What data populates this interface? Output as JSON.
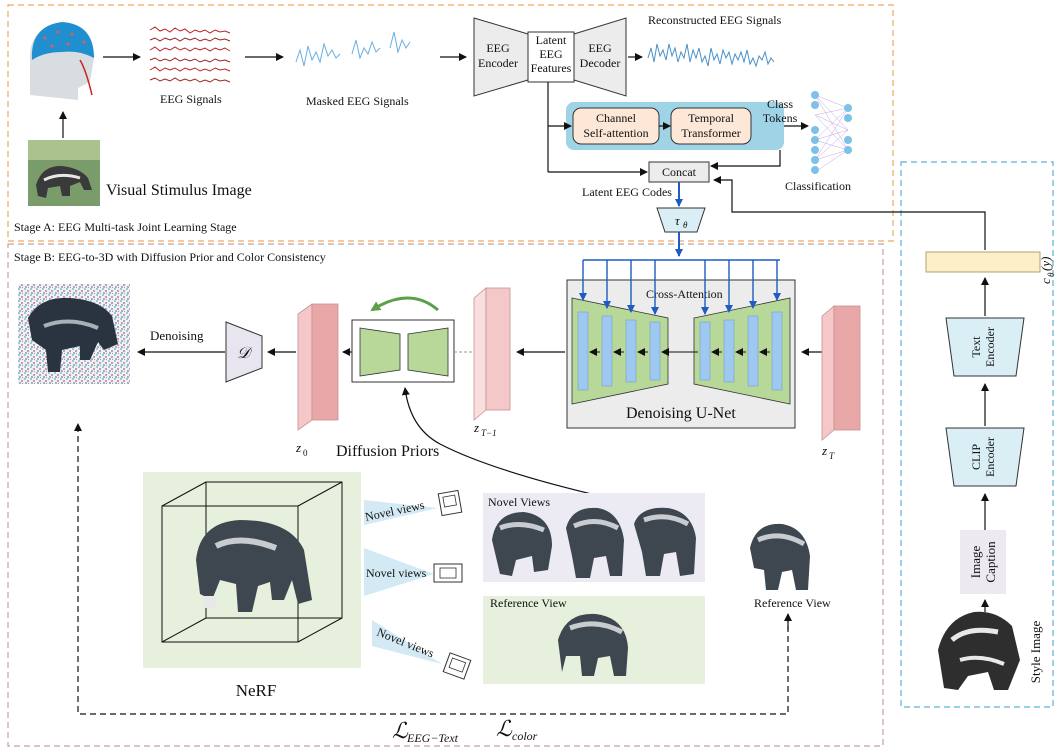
{
  "stage_a": {
    "label": "Stage A: EEG Multi-task Joint Learning Stage",
    "eeg_signals": "EEG Signals",
    "masked_eeg_signals": "Masked EEG Signals",
    "visual_stimulus_image": "Visual Stimulus Image",
    "eeg_encoder": [
      "EEG",
      "Encoder"
    ],
    "latent_features": [
      "Latent",
      "EEG",
      "Features"
    ],
    "eeg_decoder": [
      "EEG",
      "Decoder"
    ],
    "reconstructed_eeg_signals": "Reconstructed EEG Signals",
    "channel_attention": [
      "Channel",
      "Self-attention"
    ],
    "temporal_transformer": [
      "Temporal",
      "Transformer"
    ],
    "class_tokens": [
      "Class",
      "Tokens"
    ],
    "classification": "Classification",
    "concat": "Concat",
    "latent_eeg_codes": "Latent EEG Codes",
    "tau_theta": "τ",
    "tau_sub": "θ"
  },
  "stage_b": {
    "label": "Stage B: EEG-to-3D with Diffusion Prior and Color Consistency",
    "denoising": "Denoising",
    "decoder_symbol": "𝒟",
    "cross_attention": "Cross-Attention",
    "denoising_unet": "Denoising U-Net",
    "diffusion_priors": "Diffusion  Priors",
    "z0": "z",
    "z0_sub": "0",
    "zt1": "z",
    "zt1_sub": "T−1",
    "zt": "z",
    "zt_sub": "T",
    "nerf": "NeRF",
    "novel_views_title": "Novel  Views",
    "novel_views_cam": "Novel views",
    "reference_view": "Reference View",
    "loss_eeg_text_main": "ℒ",
    "loss_eeg_text_sub": "EEG−Text",
    "loss_color_main": "ℒ",
    "loss_color_sub": "color"
  },
  "right_panel": {
    "c_theta": "c",
    "c_theta_sub": "θ",
    "c_theta_arg": "(y)",
    "text_encoder": [
      "Text",
      "Encoder"
    ],
    "clip_encoder": [
      "CLIP",
      "Encoder"
    ],
    "image_caption": [
      "Image",
      "Caption"
    ],
    "style_image": "Style  Image"
  },
  "colors": {
    "stage_a_border": "#f0a860",
    "stage_b_border": "#c8a0a0",
    "right_border": "#5ab0d8",
    "encoder_fill": "#ececec",
    "pill_fill": "#fde8d8",
    "attention_bg": "#9fd4e6",
    "unet_green": "#b8d89a",
    "unet_blue": "#9ec8f0",
    "latent_pink": "#e8a8a8",
    "clip_fill": "#d9eef5",
    "ctheta_fill": "#fdf0c8",
    "arrow_blue": "#1f5bc4"
  }
}
